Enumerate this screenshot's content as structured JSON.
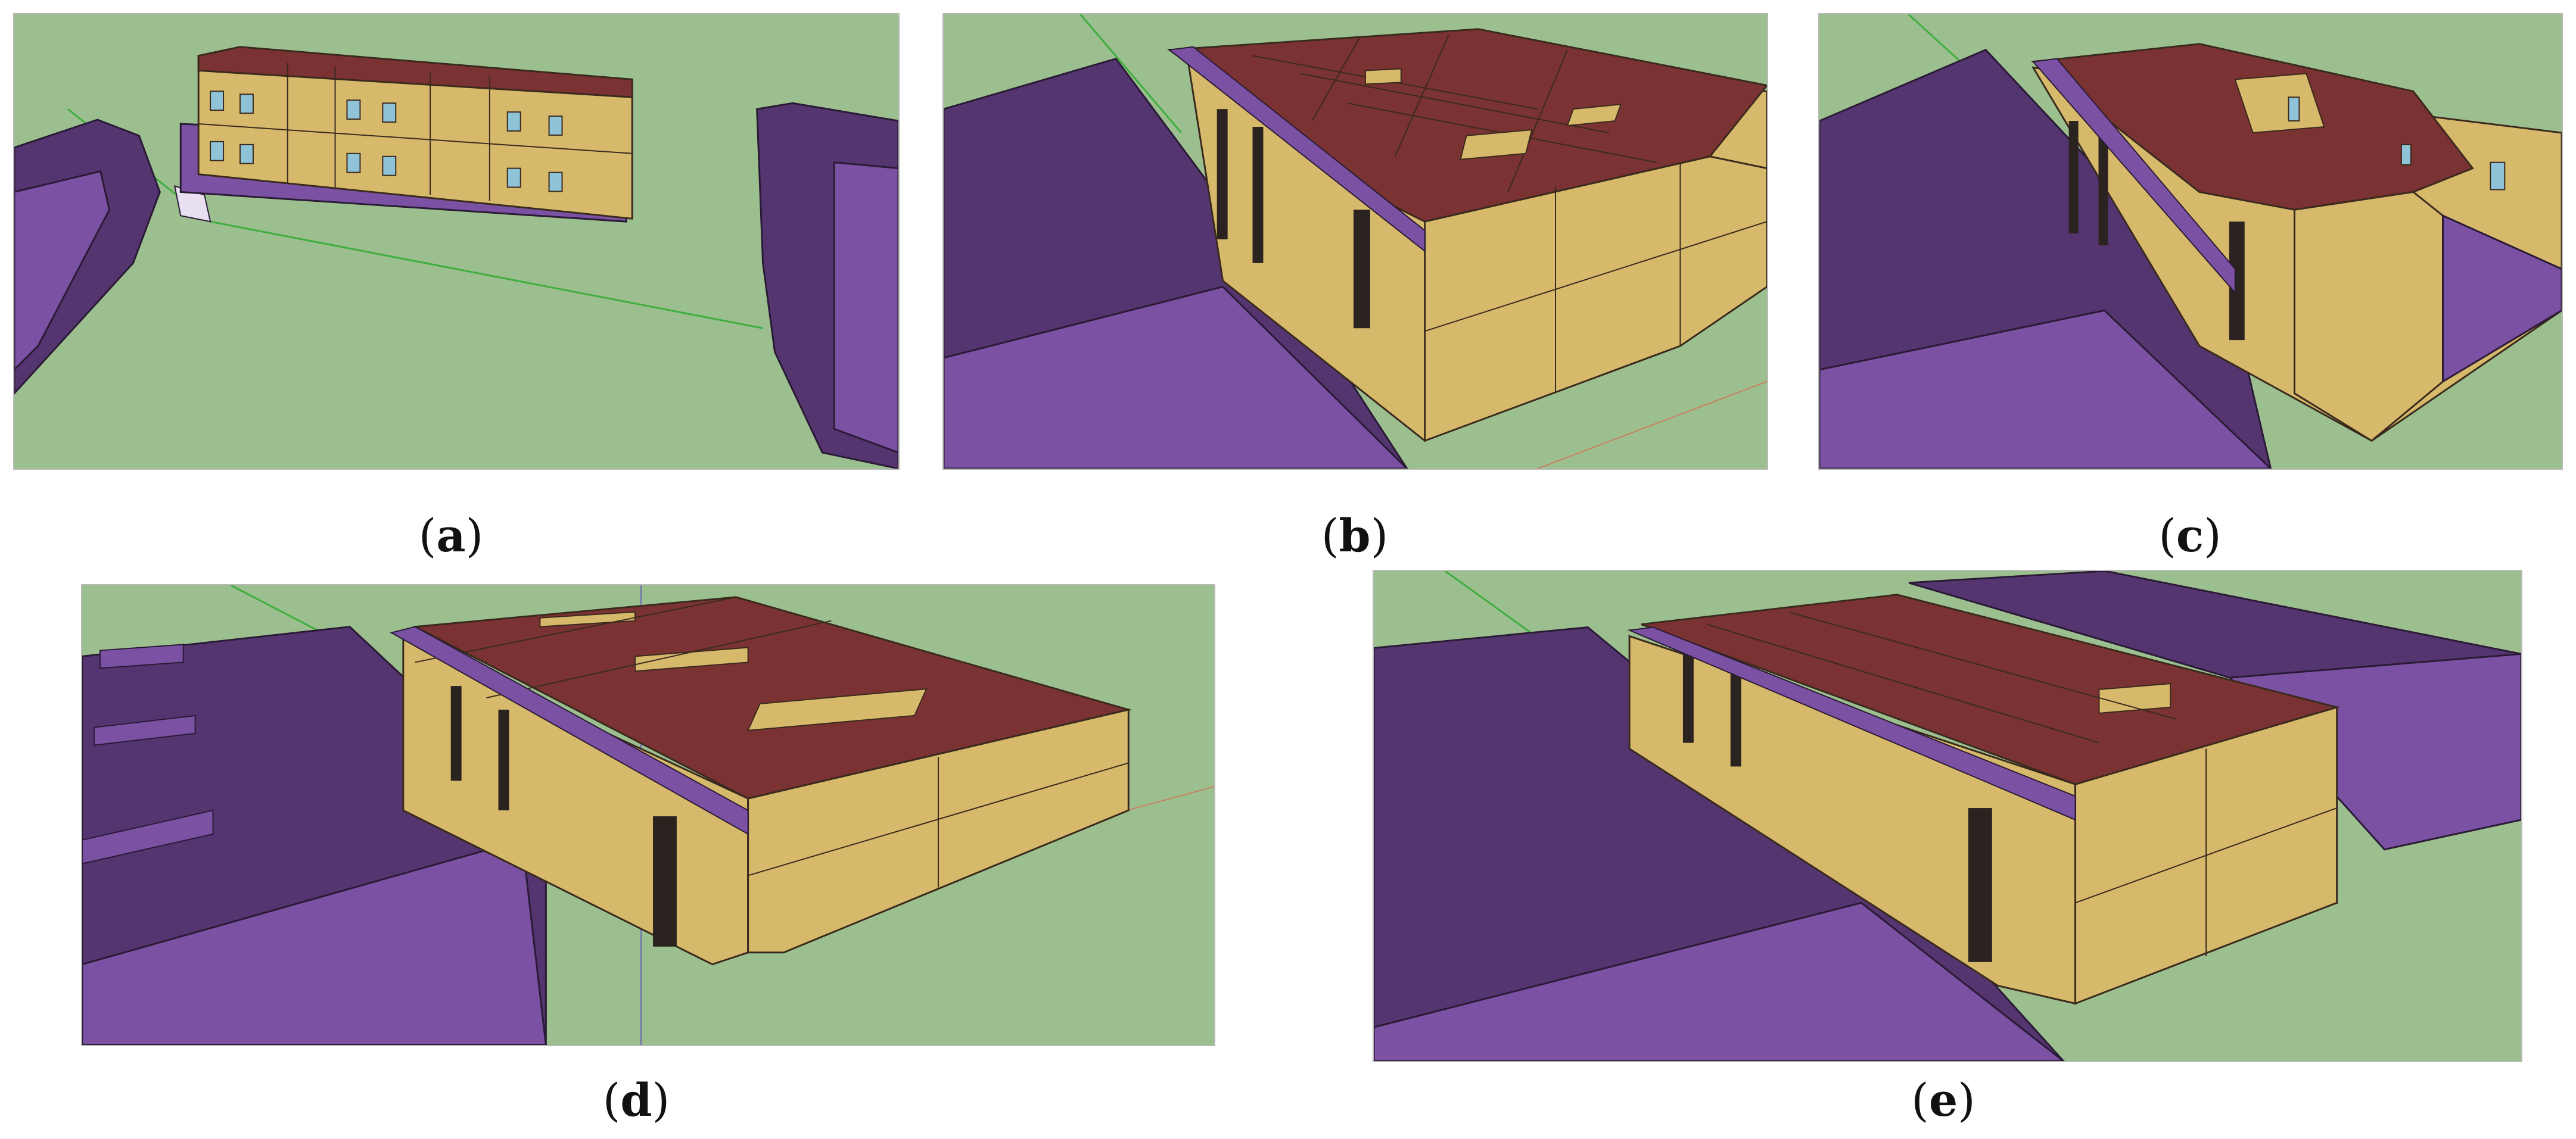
{
  "colors": {
    "ground": "#9cbf8f",
    "roof": "#7a3232",
    "wall": "#d7b96b",
    "wall_shade": "#c9aa5e",
    "neighbor": "#7b52a3",
    "neighbor_dark": "#553570",
    "window": "#8fc3d8",
    "edge": "#3a2a1e"
  },
  "panels": [
    {
      "id": "a",
      "letter": "a"
    },
    {
      "id": "b",
      "letter": "b"
    },
    {
      "id": "c",
      "letter": "c"
    },
    {
      "id": "d",
      "letter": "d"
    },
    {
      "id": "e",
      "letter": "e"
    }
  ]
}
